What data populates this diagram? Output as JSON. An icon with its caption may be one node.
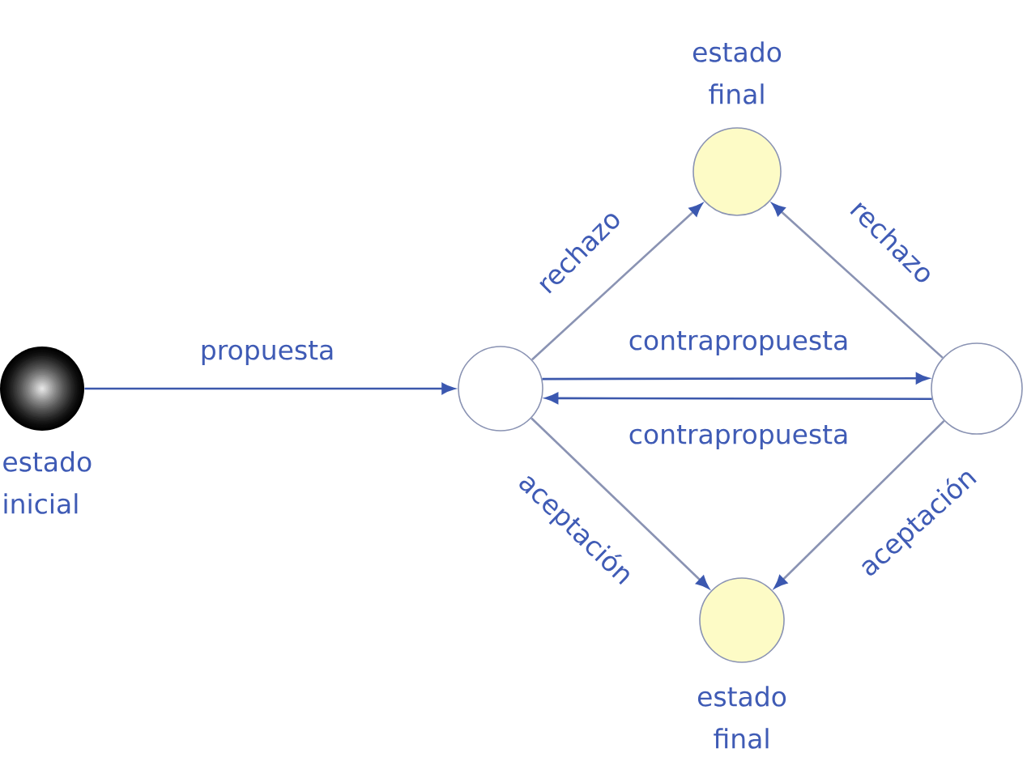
{
  "diagram": {
    "nodes": [
      {
        "text": [],
        "shape": "circle",
        "beside": [
          "estado inicial"
        ]
      },
      {
        "text": [],
        "shape": "circle"
      },
      {
        "text": [],
        "shape": "circle",
        "beside": [
          "estado final"
        ]
      },
      {
        "text": [],
        "shape": "circle"
      },
      {
        "text": [],
        "shape": "circle",
        "beside": [
          "estado final"
        ]
      }
    ],
    "edges": [
      {
        "from": 0,
        "to": 1,
        "arrow": "to",
        "label": "propuesta",
        "color": "#3c58ac"
      },
      {
        "from": 1,
        "to": 2,
        "arrow": "to",
        "label": "rechazo"
      },
      {
        "from": 3,
        "to": 2,
        "arrow": "to",
        "label": "rechazo"
      },
      {
        "from": 1,
        "to": 3,
        "arrow": "to",
        "label": "contrapropuesta",
        "color": "#3c58ac"
      },
      {
        "from": 3,
        "to": 1,
        "arrow": "to",
        "label": "contrapropuesta",
        "color": "#3c58ac"
      },
      {
        "from": 1,
        "to": 4,
        "arrow": "to",
        "label": "aceptación"
      },
      {
        "from": 3,
        "to": 4,
        "arrow": "to",
        "label": "aceptación"
      }
    ]
  }
}
